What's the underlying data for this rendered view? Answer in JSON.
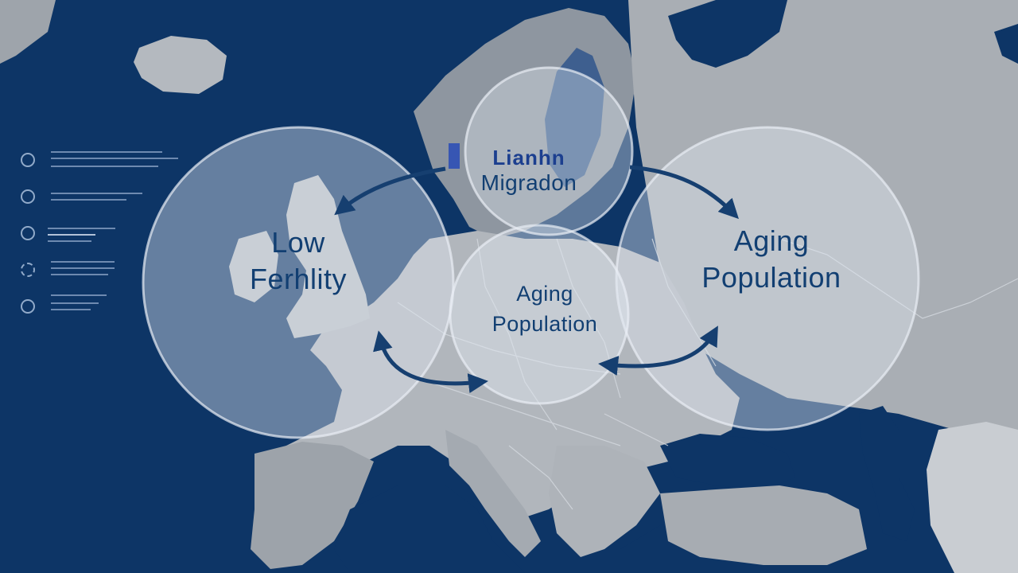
{
  "diagram": {
    "nodes": [
      {
        "id": "low-fertility",
        "lines": [
          "Low",
          "Ferhlity"
        ]
      },
      {
        "id": "migration",
        "lines": [
          "Lianhn",
          "Migradon"
        ]
      },
      {
        "id": "aging-center",
        "lines": [
          "Aging",
          "Population"
        ]
      },
      {
        "id": "aging-right",
        "lines": [
          "Aging",
          "Population"
        ]
      }
    ],
    "arrows": [
      {
        "from": "migration",
        "to": "low-fertility"
      },
      {
        "from": "migration",
        "to": "aging-right"
      },
      {
        "from": "low-fertility",
        "to": "aging-center",
        "bidirectional": true
      },
      {
        "from": "aging-right",
        "to": "aging-center",
        "bidirectional": true
      }
    ]
  },
  "colors": {
    "sea": "#0d3566",
    "land": "#a8adb4",
    "circle_fill": "#dfe7f0",
    "text": "#123f72",
    "arrow": "#163f70"
  },
  "legend": {
    "icons": [
      "target-icon",
      "target-icon",
      "target-icon",
      "loading-icon",
      "target-icon"
    ]
  }
}
